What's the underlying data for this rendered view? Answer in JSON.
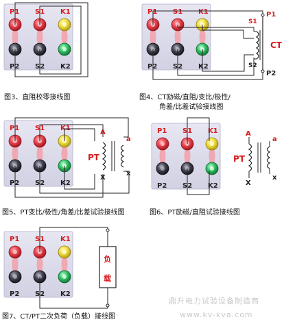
{
  "panel_labels": {
    "p1": "P1",
    "s1": "S1",
    "k1": "K1",
    "p2": "P2",
    "s2": "S2",
    "k2": "K2"
  },
  "captions": {
    "fig3": "图3、直阻校零接线图",
    "fig4_line1": "图4、CT励磁/直阻/变比/极性/",
    "fig4_line2": "角差/比差试验接线图",
    "fig5": "图5、PT变比/极性/角差/比差试验接线图",
    "fig6": "图6、PT励磁/直阻试验接线图",
    "fig7": "图7、CT/PT二次负荷（负载）接线图"
  },
  "ct": {
    "label": "CT",
    "s1": "S1",
    "s2": "S2",
    "p1": "P1",
    "p2": "P2"
  },
  "pt": {
    "label": "PT",
    "a_upper": "A",
    "a_lower": "a",
    "x_upper": "X",
    "x_lower": "x"
  },
  "load": {
    "char1": "负",
    "char2": "载"
  },
  "watermark": {
    "company": "鼎升电力试验设备制造商",
    "url": "www.kv-kva.com"
  },
  "colors": {
    "red": "#e8404a",
    "yellow": "#f2e04a",
    "green": "#35c46a",
    "dark": "#3b3b46",
    "panel": "#dcdcea",
    "accent": "#d61c1c"
  }
}
